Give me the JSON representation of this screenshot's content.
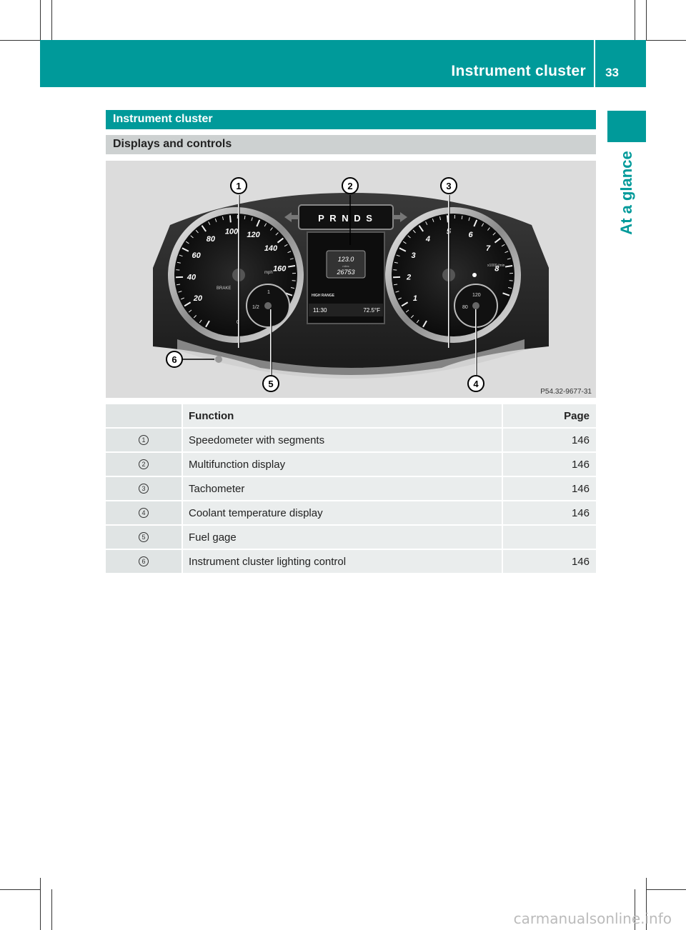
{
  "header": {
    "section_title": "Instrument cluster",
    "page_number": "33",
    "side_tab": "At a glance"
  },
  "heading1": "Instrument cluster",
  "heading2": "Displays and controls",
  "figure": {
    "code": "P54.32-9677-31",
    "callouts": [
      "1",
      "2",
      "3",
      "4",
      "5",
      "6"
    ],
    "gear_display": "P R N D S",
    "speed_labels": [
      "20",
      "40",
      "60",
      "80",
      "100",
      "120",
      "140",
      "160"
    ],
    "speed_unit": "mph",
    "tach_labels": [
      "1",
      "2",
      "3",
      "4",
      "5",
      "6",
      "7",
      "8"
    ],
    "tach_unit": "x1000 /min",
    "brake_label": "BRAKE",
    "trip_value": "123.0",
    "trip_unit": "miles",
    "odometer": "26753",
    "drive_mode": "HIGH RANGE",
    "clock": "11:30",
    "temperature": "72.5°F",
    "coolant_labels": [
      "80",
      "120"
    ],
    "fuel_labels": [
      "0",
      "1/2",
      "1"
    ]
  },
  "table": {
    "headers": {
      "function": "Function",
      "page": "Page"
    },
    "rows": [
      {
        "num": "1",
        "function": "Speedometer with segments",
        "page": "146"
      },
      {
        "num": "2",
        "function": "Multifunction display",
        "page": "146"
      },
      {
        "num": "3",
        "function": "Tachometer",
        "page": "146"
      },
      {
        "num": "4",
        "function": "Coolant temperature display",
        "page": "146"
      },
      {
        "num": "5",
        "function": "Fuel gage",
        "page": ""
      },
      {
        "num": "6",
        "function": "Instrument cluster lighting control",
        "page": "146"
      }
    ]
  },
  "watermark": "carmanualsonline.info",
  "colors": {
    "accent": "#009a9a",
    "subheading": "#cdd1d1"
  }
}
